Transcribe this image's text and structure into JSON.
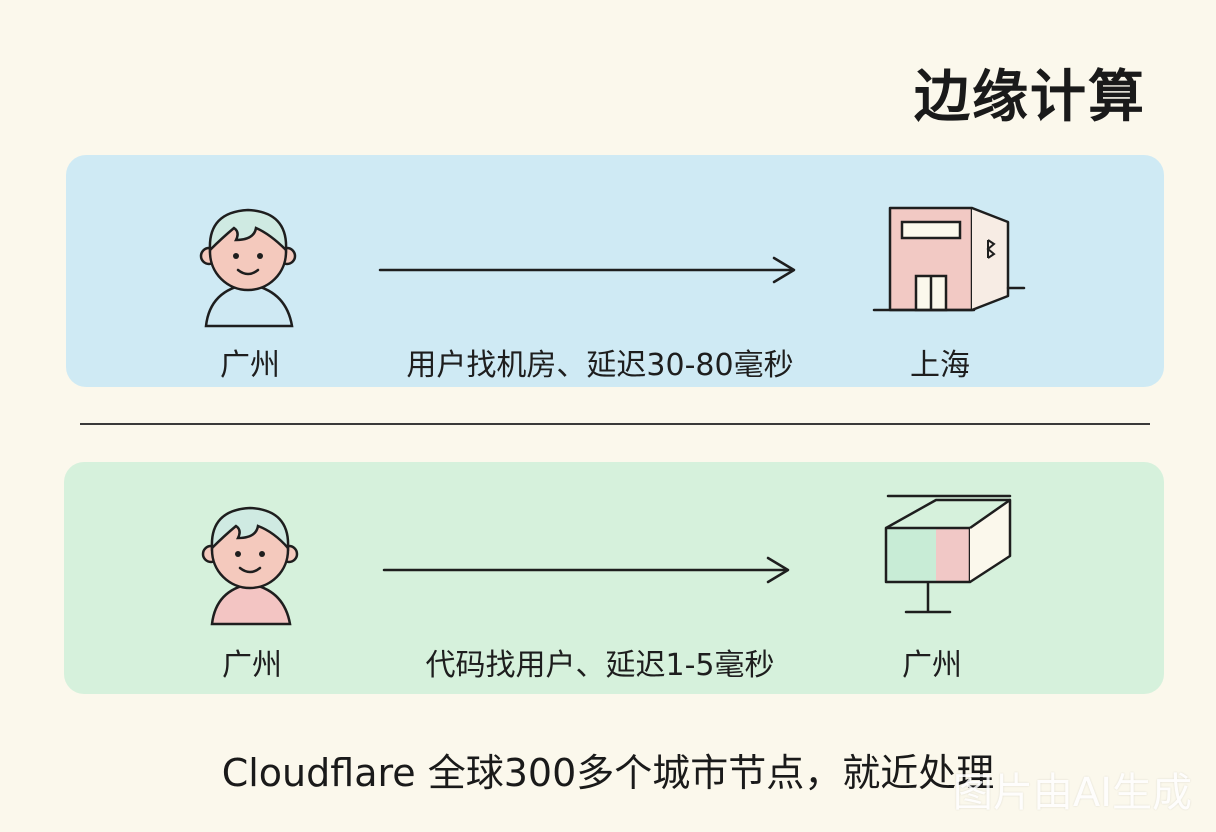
{
  "title": "边缘计算",
  "colors": {
    "background": "#fbf8ec",
    "top_band": "#cfeaf4",
    "bottom_band": "#d6f1dc",
    "skin": "#f4c9bd",
    "hair": "#cfeae2",
    "shirt_blue": "#cfe9f3",
    "shirt_pink": "#f3c5c3",
    "building_pink": "#f2c9c4",
    "server_green": "#c8ecd6",
    "server_pink": "#f1c8c6",
    "line": "#1e1e1e"
  },
  "scenarios": [
    {
      "user_label": "广州",
      "path_label": "用户找机房、延迟30-80毫秒",
      "dest_label": "上海",
      "dest_icon": "building-icon"
    },
    {
      "user_label": "广州",
      "path_label": "代码找用户、延迟1-5毫秒",
      "dest_label": "广州",
      "dest_icon": "edge-server-icon"
    }
  ],
  "footer": "Cloudflare 全球300多个城市节点，就近处理",
  "watermark": "图片由AI生成"
}
